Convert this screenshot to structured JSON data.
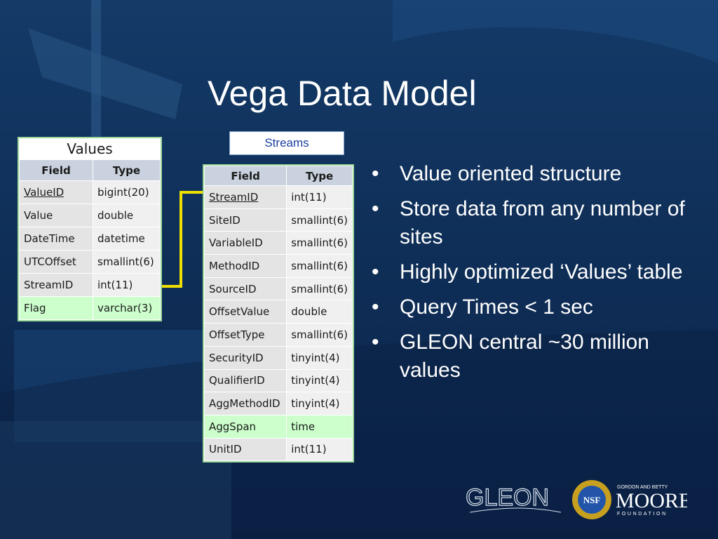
{
  "slide": {
    "title": "Vega Data Model"
  },
  "values_table": {
    "caption": "Values",
    "headers": [
      "Field",
      "Type"
    ],
    "rows": [
      {
        "field": "ValueID",
        "type": "bigint(20)",
        "key": true
      },
      {
        "field": "Value",
        "type": "double"
      },
      {
        "field": "DateTime",
        "type": "datetime"
      },
      {
        "field": "UTCOffset",
        "type": "smallint(6)"
      },
      {
        "field": "StreamID",
        "type": "int(11)"
      },
      {
        "field": "Flag",
        "type": "varchar(3)",
        "selected": true
      }
    ]
  },
  "streams_table": {
    "caption": "Streams",
    "headers": [
      "Field",
      "Type"
    ],
    "rows": [
      {
        "field": "StreamID",
        "type": "int(11)",
        "key": true
      },
      {
        "field": "SiteID",
        "type": "smallint(6)"
      },
      {
        "field": "VariableID",
        "type": "smallint(6)"
      },
      {
        "field": "MethodID",
        "type": "smallint(6)"
      },
      {
        "field": "SourceID",
        "type": "smallint(6)"
      },
      {
        "field": "OffsetValue",
        "type": "double"
      },
      {
        "field": "OffsetType",
        "type": "smallint(6)"
      },
      {
        "field": "SecurityID",
        "type": "tinyint(4)"
      },
      {
        "field": "QualifierID",
        "type": "tinyint(4)"
      },
      {
        "field": "AggMethodID",
        "type": "tinyint(4)"
      },
      {
        "field": "AggSpan",
        "type": "time",
        "selected": true
      },
      {
        "field": "UnitID",
        "type": "int(11)"
      }
    ]
  },
  "bullets": [
    "Value oriented structure",
    "Store data from any number of sites",
    "Highly optimized ‘Values’ table",
    "Query Times < 1 sec",
    "GLEON central ~30 million values"
  ],
  "logos": {
    "gleon": "GLEON",
    "nsf": "NSF",
    "moore_top": "GORDON AND BETTY",
    "moore_main": "MOORE",
    "moore_bottom": "FOUNDATION"
  },
  "colors": {
    "background": "#0f2f58",
    "relation_line": "#f0e000",
    "selected_row": "#ccffcc"
  }
}
